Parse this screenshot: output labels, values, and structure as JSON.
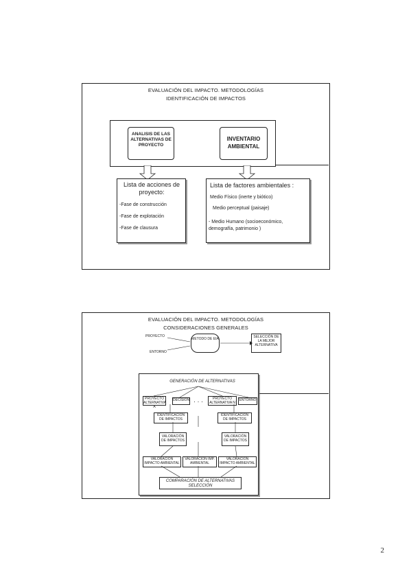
{
  "slide1": {
    "title": "EVALUACIÓN DEL IMPACTO. METODOLOGÍAS",
    "subtitle": "IDENTIFICACIÓN DE IMPACTOS",
    "box_left": "ANALISIS DE LAS ALTERNATIVAS DE PROYECTO",
    "box_right": "INVENTARIO AMBIENTAL",
    "list_left": {
      "title": "Lista de acciones de proyecto:",
      "items": [
        "-Fase de construcción",
        "-Fase de explotación",
        "-Fase de clausura"
      ]
    },
    "list_right": {
      "title": "Lista de factores ambientales :",
      "items": [
        "Medio Físico (inerte y biótico)",
        "Medio perceptual (paisaje)",
        "- Medio Humano (socioeconómico, demografía, patrimonio )"
      ]
    }
  },
  "slide2": {
    "title": "EVALUACIÓN DEL IMPACTO. METODOLOGÍAS",
    "subtitle": "CONSIDERACIONES GENERALES",
    "proyecto": "PROYECTO",
    "entorno": "ENTORNO",
    "metodo": "METODO DE EIA",
    "seleccion": "SELECCIÓN DE LA MEJOR ALTERNATIVA",
    "generacion": "GENERACIÓN DE ALTERNATIVAS",
    "alt_a": "PROYECTO ALTERNATIVA A",
    "alt_b": "DECISIÓN",
    "alt_c": "PROYECTO ALTERNATIVA N",
    "alt_d": "ENTORNO",
    "ident_1": "IDENTIFICACIÓN DE IMPACTOS",
    "ident_2": "IDENTIFICACIÓN DE IMPACTOS",
    "val_1": "VALORACIÓN DE IMPACTOS",
    "val_2": "VALORACIÓN DE IMPACTOS",
    "eval_1": "VALORACIÓN IMPACTO AMBIENTAL",
    "eval_2": "VALORACIÓN IMP. AMBIENTAL",
    "eval_3": "VALORACIÓN IMPACTO AMBIENTAL",
    "comparacion": "COMPARACIÓN DE ALTERNATIVAS SELECCIÓN",
    "dots": "· · ·"
  },
  "page_number": "2"
}
